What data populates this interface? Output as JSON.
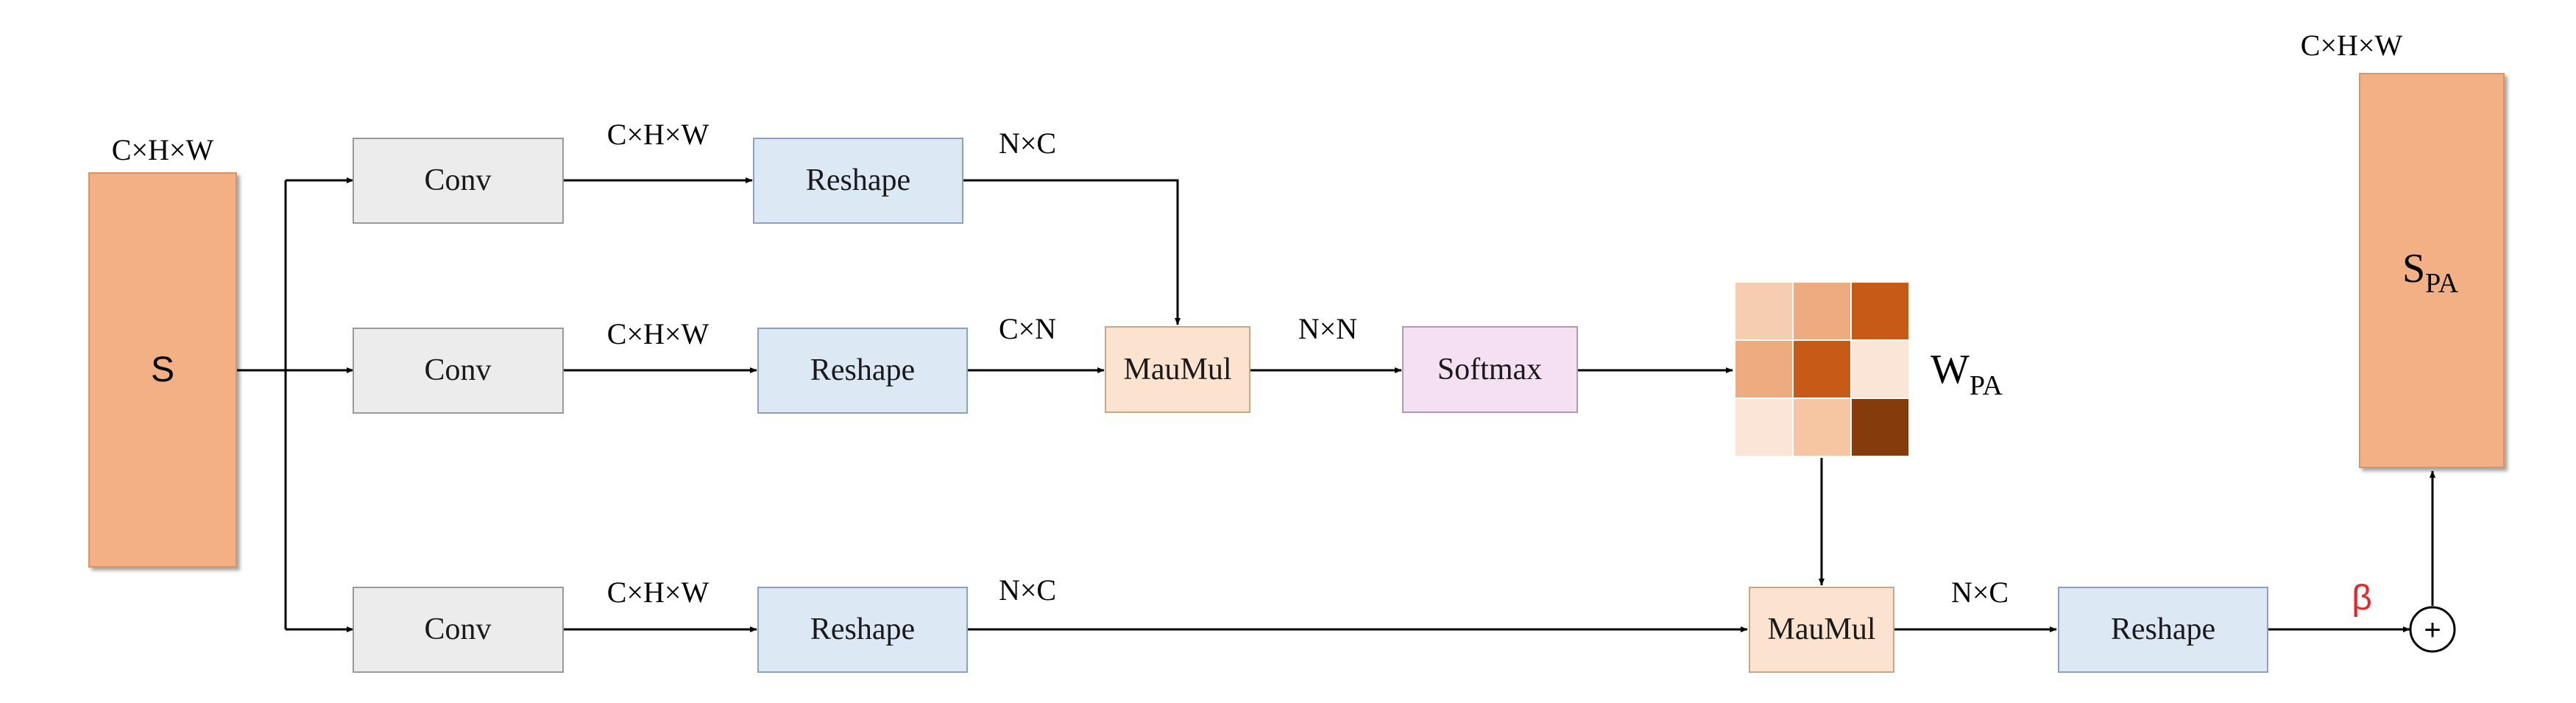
{
  "colors": {
    "feature_map": "#f2b084",
    "conv": "#ececec",
    "reshape": "#dde8f5",
    "maumul": "#fbe3cf",
    "softmax": "#f5dff2",
    "beta": "#e8262a",
    "matrix": [
      "#f6cdb0",
      "#eeab80",
      "#c65a16",
      "#eeab80",
      "#c65a16",
      "#fbe5d6",
      "#fbe5d6",
      "#f6c6a2",
      "#843c0c"
    ]
  },
  "input": {
    "label": "S",
    "dim": "C×H×W"
  },
  "branches": [
    {
      "conv": "Conv",
      "conv_dim": "C×H×W",
      "reshape": "Reshape",
      "reshape_dim": "N×C"
    },
    {
      "conv": "Conv",
      "conv_dim": "C×H×W",
      "reshape": "Reshape",
      "reshape_dim": "C×N"
    },
    {
      "conv": "Conv",
      "conv_dim": "C×H×W",
      "reshape": "Reshape",
      "reshape_dim": "N×C"
    }
  ],
  "maumul_top": {
    "label": "MauMul",
    "dim": "N×N"
  },
  "softmax": {
    "label": "Softmax"
  },
  "weight": {
    "base": "W",
    "sub": "PA"
  },
  "maumul_bottom": {
    "label": "MauMul",
    "dim": "N×C"
  },
  "final_reshape": {
    "label": "Reshape"
  },
  "beta": "β",
  "plus": "+",
  "output": {
    "base": "S",
    "sub": "PA",
    "dim": "C×H×W"
  }
}
